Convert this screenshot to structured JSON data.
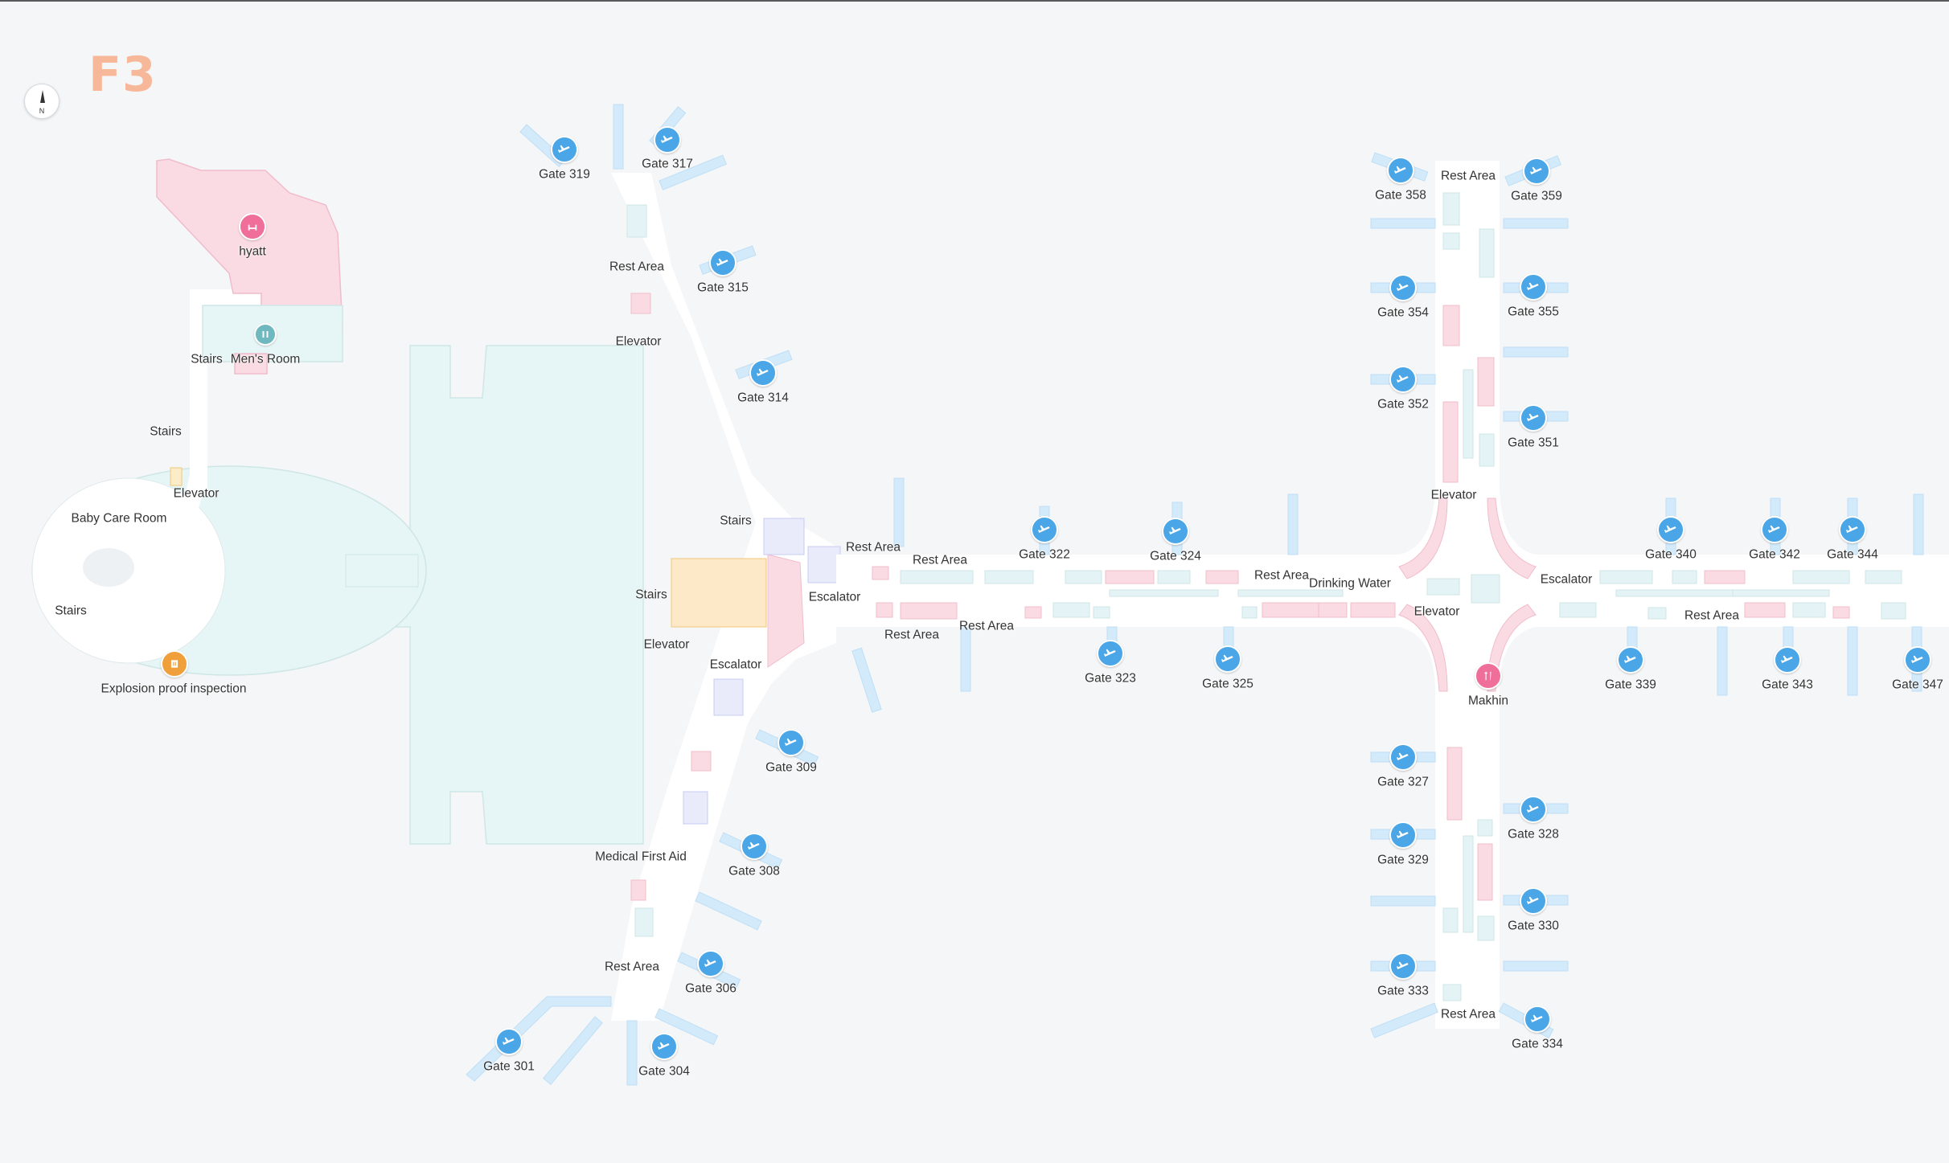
{
  "floor": "F3",
  "compass_label": "N",
  "colors": {
    "gate_marker": "#4aa6e6",
    "dining_marker": "#ef6f9a",
    "hotel_marker": "#ef6f9a",
    "restroom_marker": "#6fb8bf",
    "inspection_marker": "#f0a03a",
    "floor_label": "#f7b89a",
    "walkway": "#ffffff",
    "gate_bridge": "#d3eafa",
    "shop": "#fbdbe3",
    "lounge": "#e4f3f5",
    "hotel_area": "#fbdbe3",
    "terminal_hall": "#e6f5f5"
  },
  "gates": [
    {
      "label": "Gate 319"
    },
    {
      "label": "Gate 317"
    },
    {
      "label": "Gate 315"
    },
    {
      "label": "Gate 314"
    },
    {
      "label": "Gate 309"
    },
    {
      "label": "Gate 308"
    },
    {
      "label": "Gate 306"
    },
    {
      "label": "Gate 304"
    },
    {
      "label": "Gate 301"
    },
    {
      "label": "Gate 322"
    },
    {
      "label": "Gate 324"
    },
    {
      "label": "Gate 323"
    },
    {
      "label": "Gate 325"
    },
    {
      "label": "Gate 358"
    },
    {
      "label": "Gate 359"
    },
    {
      "label": "Gate 354"
    },
    {
      "label": "Gate 355"
    },
    {
      "label": "Gate 352"
    },
    {
      "label": "Gate 351"
    },
    {
      "label": "Gate 340"
    },
    {
      "label": "Gate 342"
    },
    {
      "label": "Gate 344"
    },
    {
      "label": "Gate 339"
    },
    {
      "label": "Gate 343"
    },
    {
      "label": "Gate 347"
    },
    {
      "label": "Gate 327"
    },
    {
      "label": "Gate 328"
    },
    {
      "label": "Gate 329"
    },
    {
      "label": "Gate 330"
    },
    {
      "label": "Gate 333"
    },
    {
      "label": "Gate 334"
    }
  ],
  "pois": [
    {
      "label": "hyatt",
      "icon": "hotel-icon"
    },
    {
      "label": "Men's Room",
      "icon": "restroom-icon"
    },
    {
      "label": "Explosion proof inspection",
      "icon": "inspection-icon"
    },
    {
      "label": "Makhin",
      "icon": "dining-icon"
    }
  ],
  "facilities": [
    {
      "label": "Stairs"
    },
    {
      "label": "Stairs"
    },
    {
      "label": "Elevator"
    },
    {
      "label": "Baby Care Room"
    },
    {
      "label": "Stairs"
    },
    {
      "label": "Rest Area"
    },
    {
      "label": "Elevator"
    },
    {
      "label": "Stairs"
    },
    {
      "label": "Stairs"
    },
    {
      "label": "Elevator"
    },
    {
      "label": "Escalator"
    },
    {
      "label": "Escalator"
    },
    {
      "label": "Medical First Aid"
    },
    {
      "label": "Rest Area"
    },
    {
      "label": "Rest Area"
    },
    {
      "label": "Rest Area"
    },
    {
      "label": "Rest Area"
    },
    {
      "label": "Rest Area"
    },
    {
      "label": "Rest Area"
    },
    {
      "label": "Drinking Water"
    },
    {
      "label": "Rest Area"
    },
    {
      "label": "Elevator"
    },
    {
      "label": "Elevator"
    },
    {
      "label": "Escalator"
    },
    {
      "label": "Rest Area"
    },
    {
      "label": "Rest Area"
    }
  ]
}
